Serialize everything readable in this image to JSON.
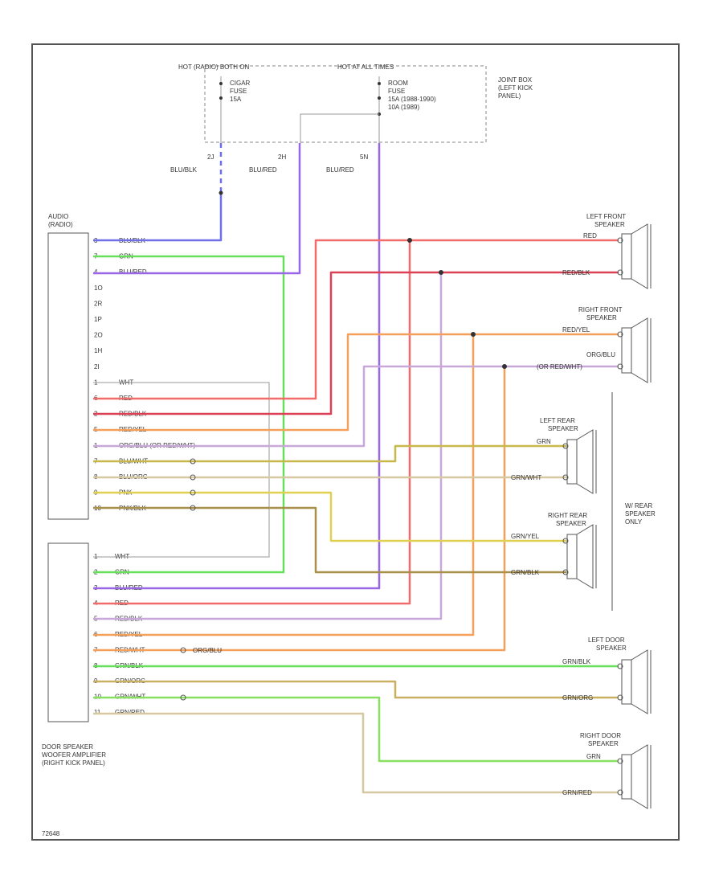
{
  "fuse_block": {
    "hot_left": "HOT (RADIO) BOTH ON",
    "hot_right": "HOT AT ALL TIMES",
    "fuse1": [
      "CIGAR",
      "FUSE",
      "15A"
    ],
    "fuse2": [
      "ROOM",
      "FUSE",
      "15A (1988-1990)",
      "10A (1989)"
    ],
    "junction": [
      "JOINT BOX",
      "(LEFT KICK",
      "PANEL)"
    ]
  },
  "wires_top": [
    {
      "pin": "2J",
      "color": "BLU/BLK"
    },
    {
      "pin": "2H",
      "color": "BLU/RED"
    },
    {
      "pin": "5N",
      "color": "BLU/RED"
    }
  ],
  "audio_unit": {
    "title": [
      "AUDIO",
      "(RADIO)"
    ]
  },
  "audio_pins": [
    {
      "pin": "3",
      "wire": "BLU/BLK"
    },
    {
      "pin": "7",
      "wire": "GRN"
    },
    {
      "pin": "4",
      "wire": "BLU/RED"
    },
    {
      "pin": "1O",
      "wire": ""
    },
    {
      "pin": "2R",
      "wire": ""
    },
    {
      "pin": "1P",
      "wire": ""
    },
    {
      "pin": "2O",
      "wire": ""
    },
    {
      "pin": "1H",
      "wire": ""
    },
    {
      "pin": "2I",
      "wire": ""
    },
    {
      "pin": "1",
      "wire": "WHT"
    },
    {
      "pin": "6",
      "wire": "RED"
    },
    {
      "pin": "2",
      "wire": "RED/BLK"
    },
    {
      "pin": "5",
      "wire": "RED/YEL"
    },
    {
      "pin": "1",
      "wire": "ORG/BLU (OR RED/WHT)"
    },
    {
      "pin": "7",
      "wire": "BLU/WHT"
    },
    {
      "pin": "8",
      "wire": "BLU/ORG"
    },
    {
      "pin": "9",
      "wire": "PNK"
    },
    {
      "pin": "10",
      "wire": "PNK/BLK"
    }
  ],
  "amp_unit": {
    "title": [
      "DOOR SPEAKER",
      "WOOFER AMPLIFIER",
      "(RIGHT KICK PANEL)"
    ]
  },
  "amp_pins": [
    {
      "pin": "1",
      "wire": "WHT"
    },
    {
      "pin": "2",
      "wire": "GRN"
    },
    {
      "pin": "3",
      "wire": "BLU/RED"
    },
    {
      "pin": "4",
      "wire": "RED"
    },
    {
      "pin": "5",
      "wire": "RED/BLK"
    },
    {
      "pin": "6",
      "wire": "RED/YEL"
    },
    {
      "pin": "7",
      "wire": "RED/WHT"
    },
    {
      "pin": "8",
      "wire": "GRN/BLK"
    },
    {
      "pin": "9",
      "wire": "GRN/ORG"
    },
    {
      "pin": "10",
      "wire": "GRN/WHT"
    },
    {
      "pin": "11",
      "wire": "GRN/RED"
    }
  ],
  "amp_extra_label": "ORG/BLU",
  "speakers": [
    {
      "name": [
        "LEFT FRONT",
        "SPEAKER"
      ],
      "wire_a": "RED",
      "wire_b": "RED/BLK"
    },
    {
      "name": [
        "RIGHT FRONT",
        "SPEAKER"
      ],
      "wire_a": "RED/YEL",
      "wire_b": "(OR RED/WHT)",
      "wire_b_top": "ORG/BLU"
    },
    {
      "name": [
        "LEFT REAR",
        "SPEAKER"
      ],
      "wire_a": "GRN",
      "wire_b": "GRN/WHT"
    },
    {
      "name": [
        "RIGHT REAR",
        "SPEAKER"
      ],
      "wire_a": "GRN/YEL",
      "wire_b": "GRN/BLK"
    },
    {
      "name": [
        "LEFT DOOR",
        "SPEAKER"
      ],
      "wire_a": "GRN/BLK",
      "wire_b": "GRN/ORG"
    },
    {
      "name": [
        "RIGHT DOOR",
        "SPEAKER"
      ],
      "wire_a": "GRN",
      "wire_b": "GRN/RED"
    }
  ],
  "rear_note": [
    "W/ REAR",
    "SPEAKER",
    "ONLY"
  ],
  "figure_id": "72648",
  "colors": {
    "blue": "#6f6fe8",
    "green": "#66e05a",
    "purple": "#9a66e8",
    "red": "#f26a6a",
    "darkred": "#dd4055",
    "orange": "#f5a05a",
    "lavender": "#c8a8d8",
    "olive": "#c8b84a",
    "tan": "#d6c8a0",
    "yellow": "#e0d050",
    "brown": "#a8904a",
    "lime": "#88e060",
    "khaki": "#c8b060"
  }
}
